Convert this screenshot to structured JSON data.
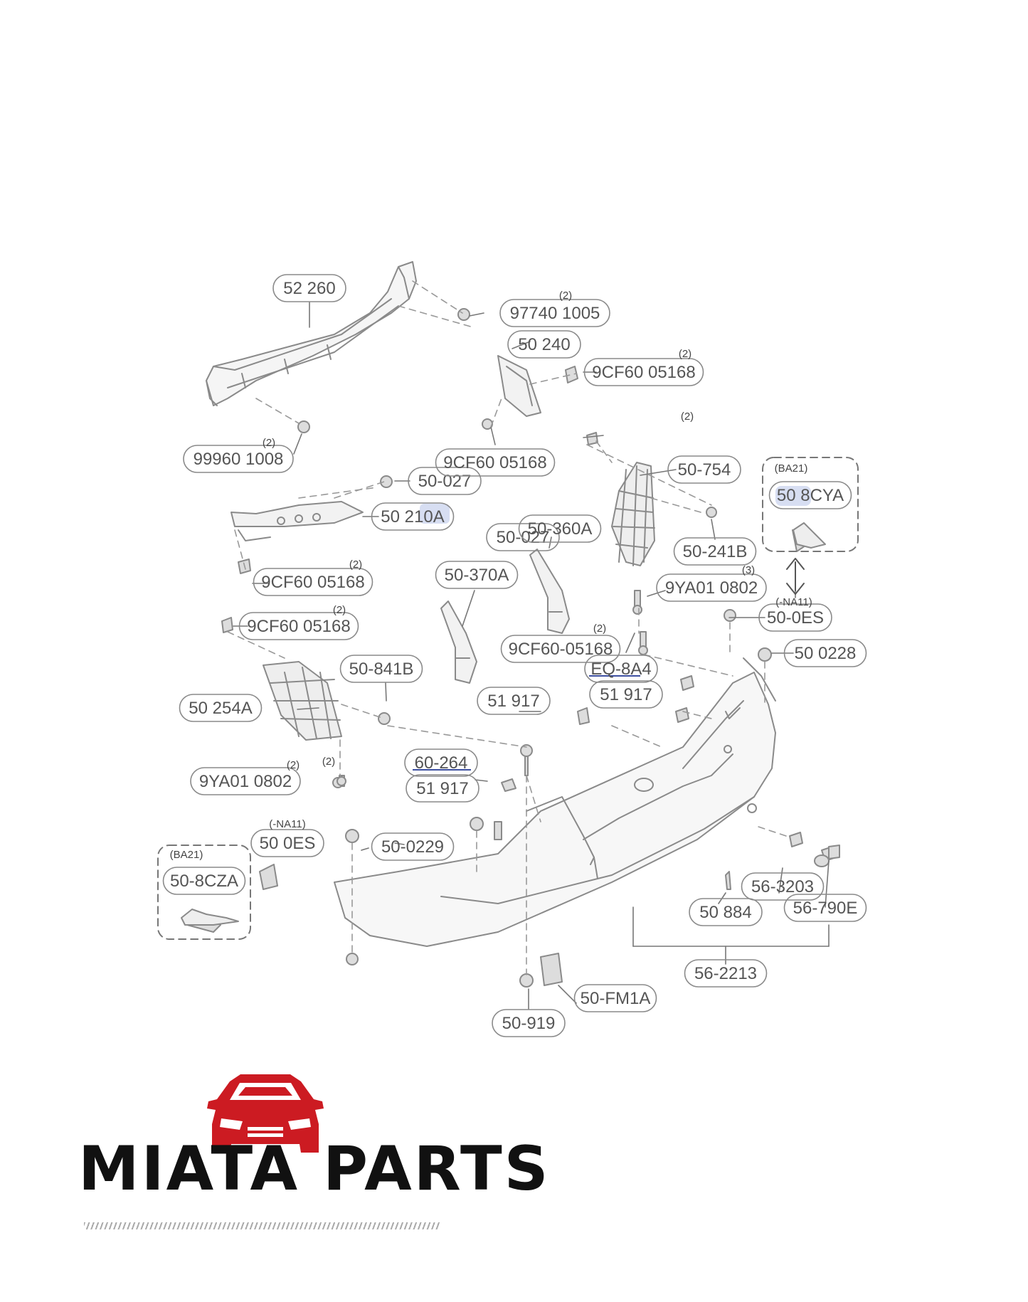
{
  "diagram": {
    "labels": [
      "52 260",
      "97740 1005",
      "50 240",
      "9CF60 05168",
      "99960 1008",
      "50-027",
      "9CF60 05168",
      "50-754",
      "50-027",
      "50 210A",
      "50-360A",
      "50-370A",
      "50-241B",
      "9YA01 0802",
      "9CF60 05168",
      "9CF60 05168",
      "9CF60-05168",
      "50-0ES",
      "50 0228",
      "50-841B",
      "EQ-8A4",
      "51 917",
      "51 917",
      "50 254A",
      "60-264",
      "51 917",
      "9YA01 0802",
      "50 0ES",
      "50-0229",
      "50-8CZA",
      "56-3203",
      "50 884",
      "56-790E",
      "56-2213",
      "50-FM1A",
      "50-919",
      "50 8CYA"
    ],
    "qty_marks": [
      "(2)",
      "(2)",
      "(2)",
      "(2)",
      "(2)",
      "(2)",
      "(2)",
      "(3)",
      "(2)",
      "(2)"
    ],
    "option_boxes": [
      {
        "code": "(BA21)",
        "part": "50-8CZA"
      },
      {
        "code": "(BA21)",
        "part": "50 8CYA"
      }
    ],
    "variant_notes": [
      "(-NA11)",
      "(-NA11)"
    ]
  },
  "brand": {
    "name": "MIATA PARTS",
    "logo_icon": "car-front-icon",
    "logo_color": "#cc1b22"
  }
}
